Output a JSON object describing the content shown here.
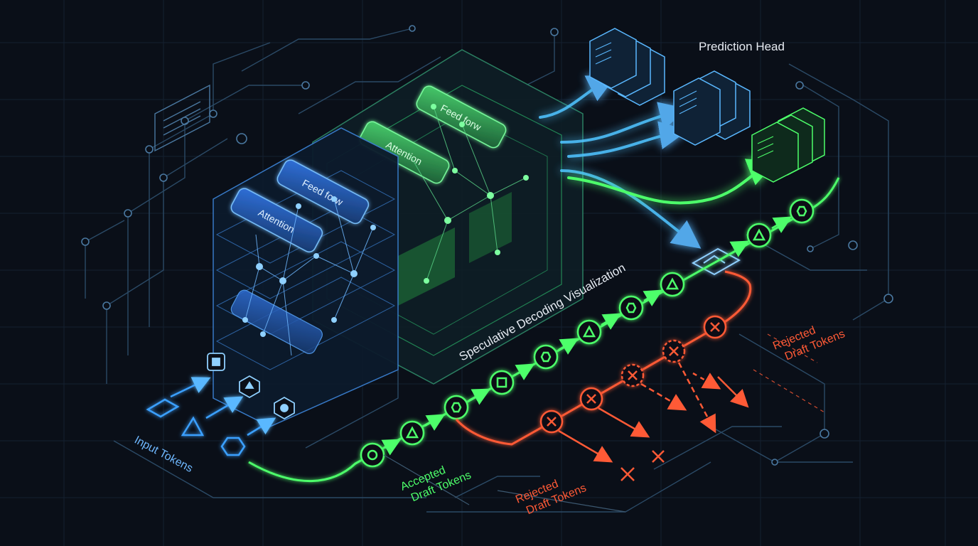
{
  "labels": {
    "prediction_head": "Prediction Head",
    "title": "Speculative Decoding Visualization",
    "input_tokens": "Input Tokens",
    "accepted_line1": "Accepted",
    "accepted_line2": "Draft Tokens",
    "rejected_bottom_line1": "Rejected",
    "rejected_bottom_line2": "Draft Tokens",
    "rejected_right_line1": "Rejected",
    "rejected_right_line2": "Draft Tokens"
  },
  "blocks": {
    "attention_front": "Attention",
    "feed_forward_front": "Feed forw",
    "attention_back": "Attention",
    "feed_forward_back": "Feed forw"
  },
  "colors": {
    "background": "#0a0f18",
    "blue": "#3aa0ff",
    "cyan": "#4fc3ff",
    "green": "#4dff6a",
    "red": "#ff5a36",
    "grid": "#16202c",
    "text": "#e6ebf2"
  }
}
